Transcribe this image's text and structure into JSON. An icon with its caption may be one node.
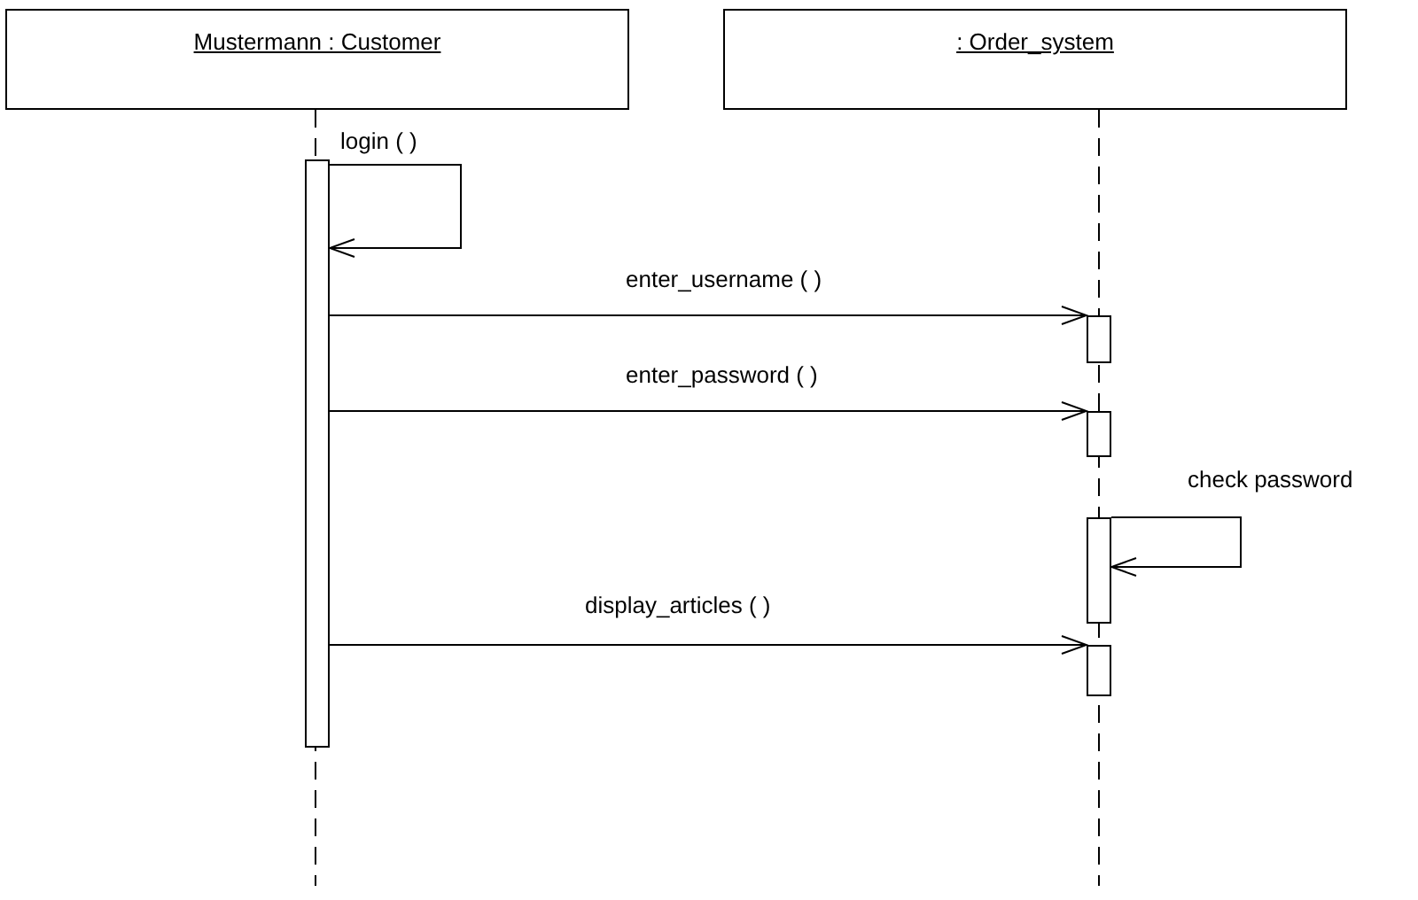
{
  "diagram": {
    "nodes": [
      {
        "text": [
          "Mustermann : Customer"
        ]
      },
      {
        "text": [
          ": Order_system"
        ]
      },
      {
        "text": [],
        "shape": "bar"
      },
      {
        "text": [],
        "shape": "bar"
      },
      {
        "text": [],
        "shape": "bar"
      },
      {
        "text": [],
        "shape": "bar"
      },
      {
        "text": [],
        "shape": "bar"
      }
    ],
    "edges": [
      {
        "from": 2,
        "to": 2,
        "arrow": "to",
        "label": "login ( )"
      },
      {
        "from": 2,
        "to": 3,
        "arrow": "to",
        "label": "enter_username ( )"
      },
      {
        "from": 2,
        "to": 4,
        "arrow": "to",
        "label": "enter_password ( )"
      },
      {
        "from": 5,
        "to": 5,
        "arrow": "to",
        "label": "check password"
      },
      {
        "from": 2,
        "to": 6,
        "arrow": "to",
        "label": "display_articles ( )"
      }
    ]
  }
}
